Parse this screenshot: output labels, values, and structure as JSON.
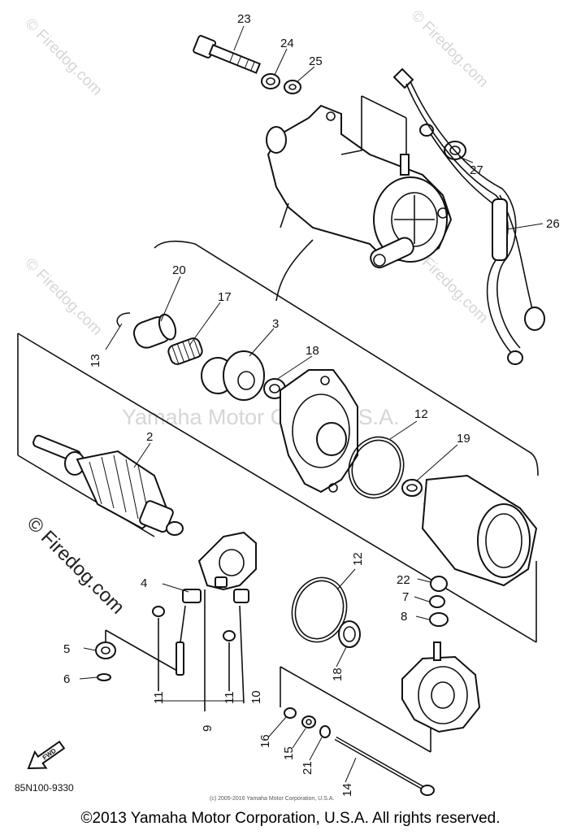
{
  "watermarks": {
    "firedog": "© Firedog.com",
    "yamaha": "Yamaha Motor Corp., U.S.A."
  },
  "diagram": {
    "code": "85N100-9330",
    "fwd": "FWD",
    "small_copyright": "(c) 2005-2016 Yamaha Motor Corporation, U.S.A.",
    "labels": {
      "l2": "2",
      "l3": "3",
      "l4": "4",
      "l5": "5",
      "l6": "6",
      "l7": "7",
      "l8": "8",
      "l9": "9",
      "l10": "10",
      "l11a": "11",
      "l11b": "11",
      "l12a": "12",
      "l12b": "12",
      "l13": "13",
      "l14": "14",
      "l15": "15",
      "l16": "16",
      "l17": "17",
      "l18a": "18",
      "l18b": "18",
      "l19": "19",
      "l20": "20",
      "l21": "21",
      "l22": "22",
      "l23": "23",
      "l24": "24",
      "l25": "25",
      "l26": "26",
      "l27": "27"
    }
  },
  "footer": {
    "copyright": "©2013 Yamaha Motor Corporation, U.S.A. All rights reserved."
  }
}
